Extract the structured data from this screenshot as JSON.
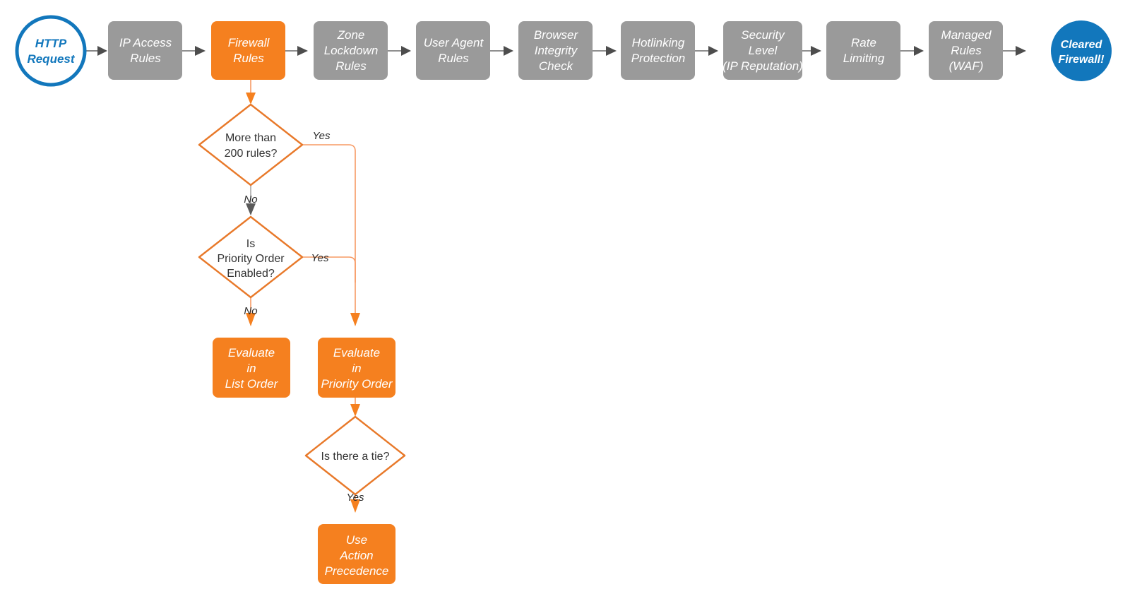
{
  "diagram": {
    "title": "Cloudflare firewall request evaluation order",
    "colors": {
      "orange": "#f5801f",
      "gray": "#9a9a9a",
      "blue": "#1277bc",
      "diamond_stroke": "#e8792a",
      "connector_orange": "#f79a64",
      "connector_gray": "#6b6b6b",
      "text_dark": "#333333",
      "text_white": "#ffffff"
    },
    "pipeline": [
      {
        "id": "http-request",
        "shape": "circle-outline",
        "lines": [
          "HTTP",
          "Request"
        ]
      },
      {
        "id": "ip-access-rules",
        "shape": "box-gray",
        "lines": [
          "IP Access",
          "Rules"
        ]
      },
      {
        "id": "firewall-rules",
        "shape": "box-orange",
        "lines": [
          "Firewall",
          "Rules"
        ]
      },
      {
        "id": "zone-lockdown-rules",
        "shape": "box-gray",
        "lines": [
          "Zone",
          "Lockdown",
          "Rules"
        ]
      },
      {
        "id": "user-agent-rules",
        "shape": "box-gray",
        "lines": [
          "User Agent",
          "Rules"
        ]
      },
      {
        "id": "browser-integrity-check",
        "shape": "box-gray",
        "lines": [
          "Browser",
          "Integrity",
          "Check"
        ]
      },
      {
        "id": "hotlinking-protection",
        "shape": "box-gray",
        "lines": [
          "Hotlinking",
          "Protection"
        ]
      },
      {
        "id": "security-level",
        "shape": "box-gray",
        "lines": [
          "Security",
          "Level",
          "(IP Reputation)"
        ]
      },
      {
        "id": "rate-limiting",
        "shape": "box-gray",
        "lines": [
          "Rate",
          "Limiting"
        ]
      },
      {
        "id": "managed-rules-waf",
        "shape": "box-gray",
        "lines": [
          "Managed",
          "Rules",
          "(WAF)"
        ]
      },
      {
        "id": "cleared-firewall",
        "shape": "circle-filled",
        "lines": [
          "Cleared",
          "Firewall!"
        ]
      }
    ],
    "decisions": [
      {
        "id": "more-than-200-rules",
        "lines": [
          "More than",
          "200 rules?"
        ]
      },
      {
        "id": "is-priority-order-enabled",
        "lines": [
          "Is",
          "Priority Order",
          "Enabled?"
        ]
      },
      {
        "id": "is-there-a-tie",
        "lines": [
          "Is there a tie?"
        ]
      }
    ],
    "outcomes": [
      {
        "id": "evaluate-in-list-order",
        "lines": [
          "Evaluate",
          "in",
          "List Order"
        ]
      },
      {
        "id": "evaluate-in-priority-order",
        "lines": [
          "Evaluate",
          "in",
          "Priority Order"
        ]
      },
      {
        "id": "use-action-precedence",
        "lines": [
          "Use",
          "Action",
          "Precedence"
        ]
      }
    ],
    "edge_labels": {
      "yes_200_rules": "Yes",
      "no_200_rules": "No",
      "yes_priority_order": "Yes",
      "no_priority_order": "No",
      "yes_tie": "Yes"
    }
  }
}
